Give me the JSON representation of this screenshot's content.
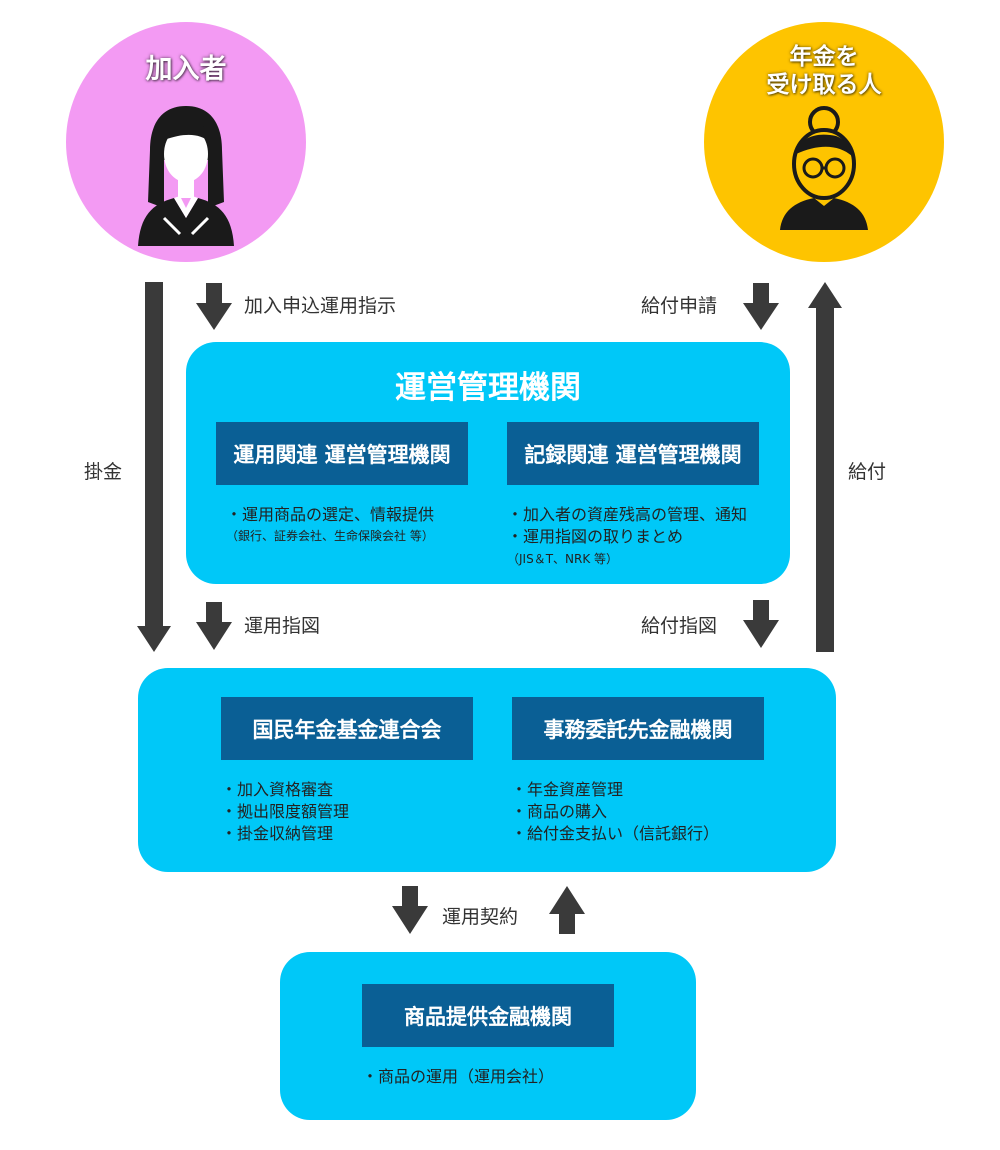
{
  "colors": {
    "member_circle": "#f39af3",
    "recipient_circle": "#fec400",
    "panel": "#00c8f8",
    "tag": "#0a5f95",
    "arrow": "#3a3a3a"
  },
  "member": {
    "label": "加入者",
    "icon": "woman-avatar-icon"
  },
  "recipient": {
    "label_line1": "年金を",
    "label_line2": "受け取る人",
    "icon": "elderly-woman-glasses-icon"
  },
  "flows": {
    "application": "加入申込運用指示",
    "benefit_request": "給付申請",
    "contribution": "掛金",
    "benefit": "給付",
    "operation_instruction": "運用指図",
    "benefit_instruction": "給付指図",
    "operation_contract": "運用契約"
  },
  "admin": {
    "title": "運営管理機関",
    "ops_tag": "運用関連 運営管理機関",
    "ops_note1": "・運用商品の選定、情報提供",
    "ops_note2": "（銀行、証券会社、生命保険会社 等）",
    "record_tag": "記録関連 運営管理機関",
    "record_note1": "・加入者の資産残高の管理、通知",
    "record_note2": "・運用指図の取りまとめ",
    "record_note3": "（JIS＆T、NRK 等）"
  },
  "middle": {
    "federation_tag": "国民年金基金連合会",
    "federation_note1": "・加入資格審査",
    "federation_note2": "・拠出限度額管理",
    "federation_note3": "・掛金収納管理",
    "trust_tag": "事務委託先金融機関",
    "trust_note1": "・年金資産管理",
    "trust_note2": "・商品の購入",
    "trust_note3": "・給付金支払い（信託銀行）"
  },
  "product": {
    "tag": "商品提供金融機関",
    "note": "・商品の運用（運用会社）"
  }
}
